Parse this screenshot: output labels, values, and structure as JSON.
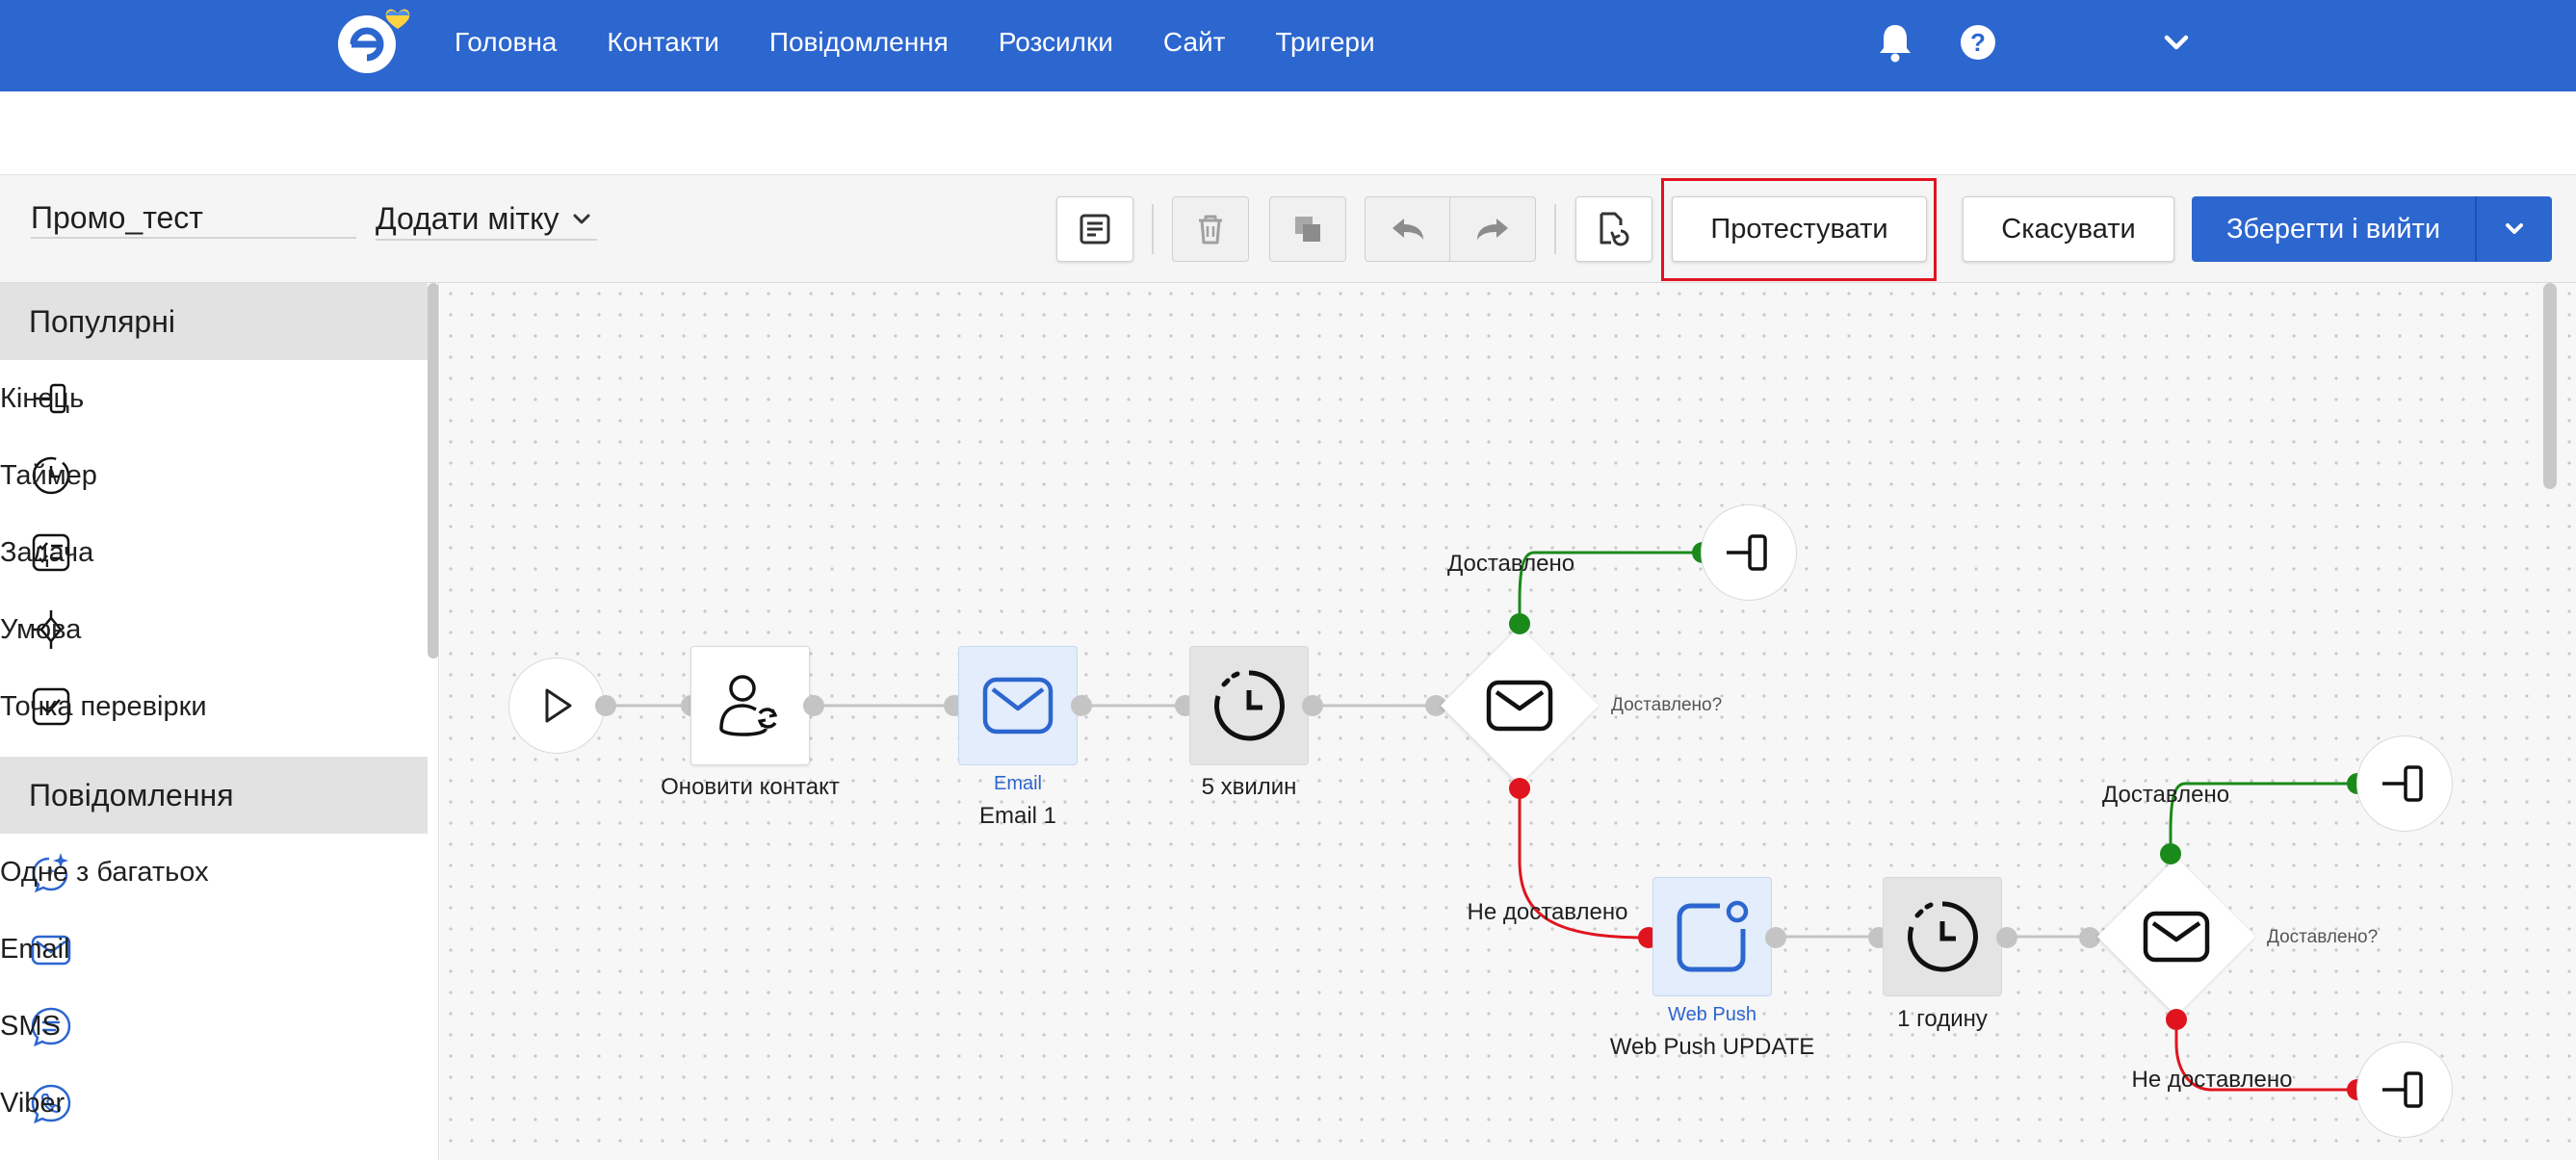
{
  "nav": {
    "links": [
      "Головна",
      "Контакти",
      "Повідомлення",
      "Розсилки",
      "Сайт",
      "Тригери"
    ],
    "icons": [
      "bell-icon",
      "help-icon",
      "chevron-down-icon"
    ]
  },
  "toolbar": {
    "workflow_name": "Промо_тест",
    "tag_label": "Додати мітку",
    "test_label": "Протестувати",
    "cancel_label": "Скасувати",
    "save_label": "Зберегти і вийти"
  },
  "sidebar": {
    "sections": [
      {
        "title": "Популярні",
        "items": [
          {
            "label": "Кінець",
            "icon": "end-icon"
          },
          {
            "label": "Таймер",
            "icon": "timer-icon"
          },
          {
            "label": "Задача",
            "icon": "task-icon"
          },
          {
            "label": "Умова",
            "icon": "condition-icon"
          },
          {
            "label": "Точка перевірки",
            "icon": "checkpoint-icon"
          }
        ]
      },
      {
        "title": "Повідомлення",
        "items": [
          {
            "label": "Одне з багатьох",
            "icon": "one-of-many-icon"
          },
          {
            "label": "Email",
            "icon": "email-icon"
          },
          {
            "label": "SMS",
            "icon": "sms-icon"
          },
          {
            "label": "Viber",
            "icon": "viber-icon"
          }
        ]
      }
    ]
  },
  "flow": {
    "update_contact": "Оновити контакт",
    "email_type": "Email",
    "email_name": "Email 1",
    "timer1": "5 хвилин",
    "condition_q": "Доставлено?",
    "delivered": "Доставлено",
    "not_delivered": "Не доставлено",
    "webpush_type": "Web Push",
    "webpush_name": "Web Push UPDATE",
    "timer2": "1 годину",
    "condition2_q": "Доставлено?",
    "delivered2": "Доставлено",
    "not_delivered2": "Не доставлено"
  },
  "colors": {
    "brand": "#2c66cf",
    "success": "#1a8a1a",
    "danger": "#e0141e",
    "highlight": "#e0141e"
  }
}
